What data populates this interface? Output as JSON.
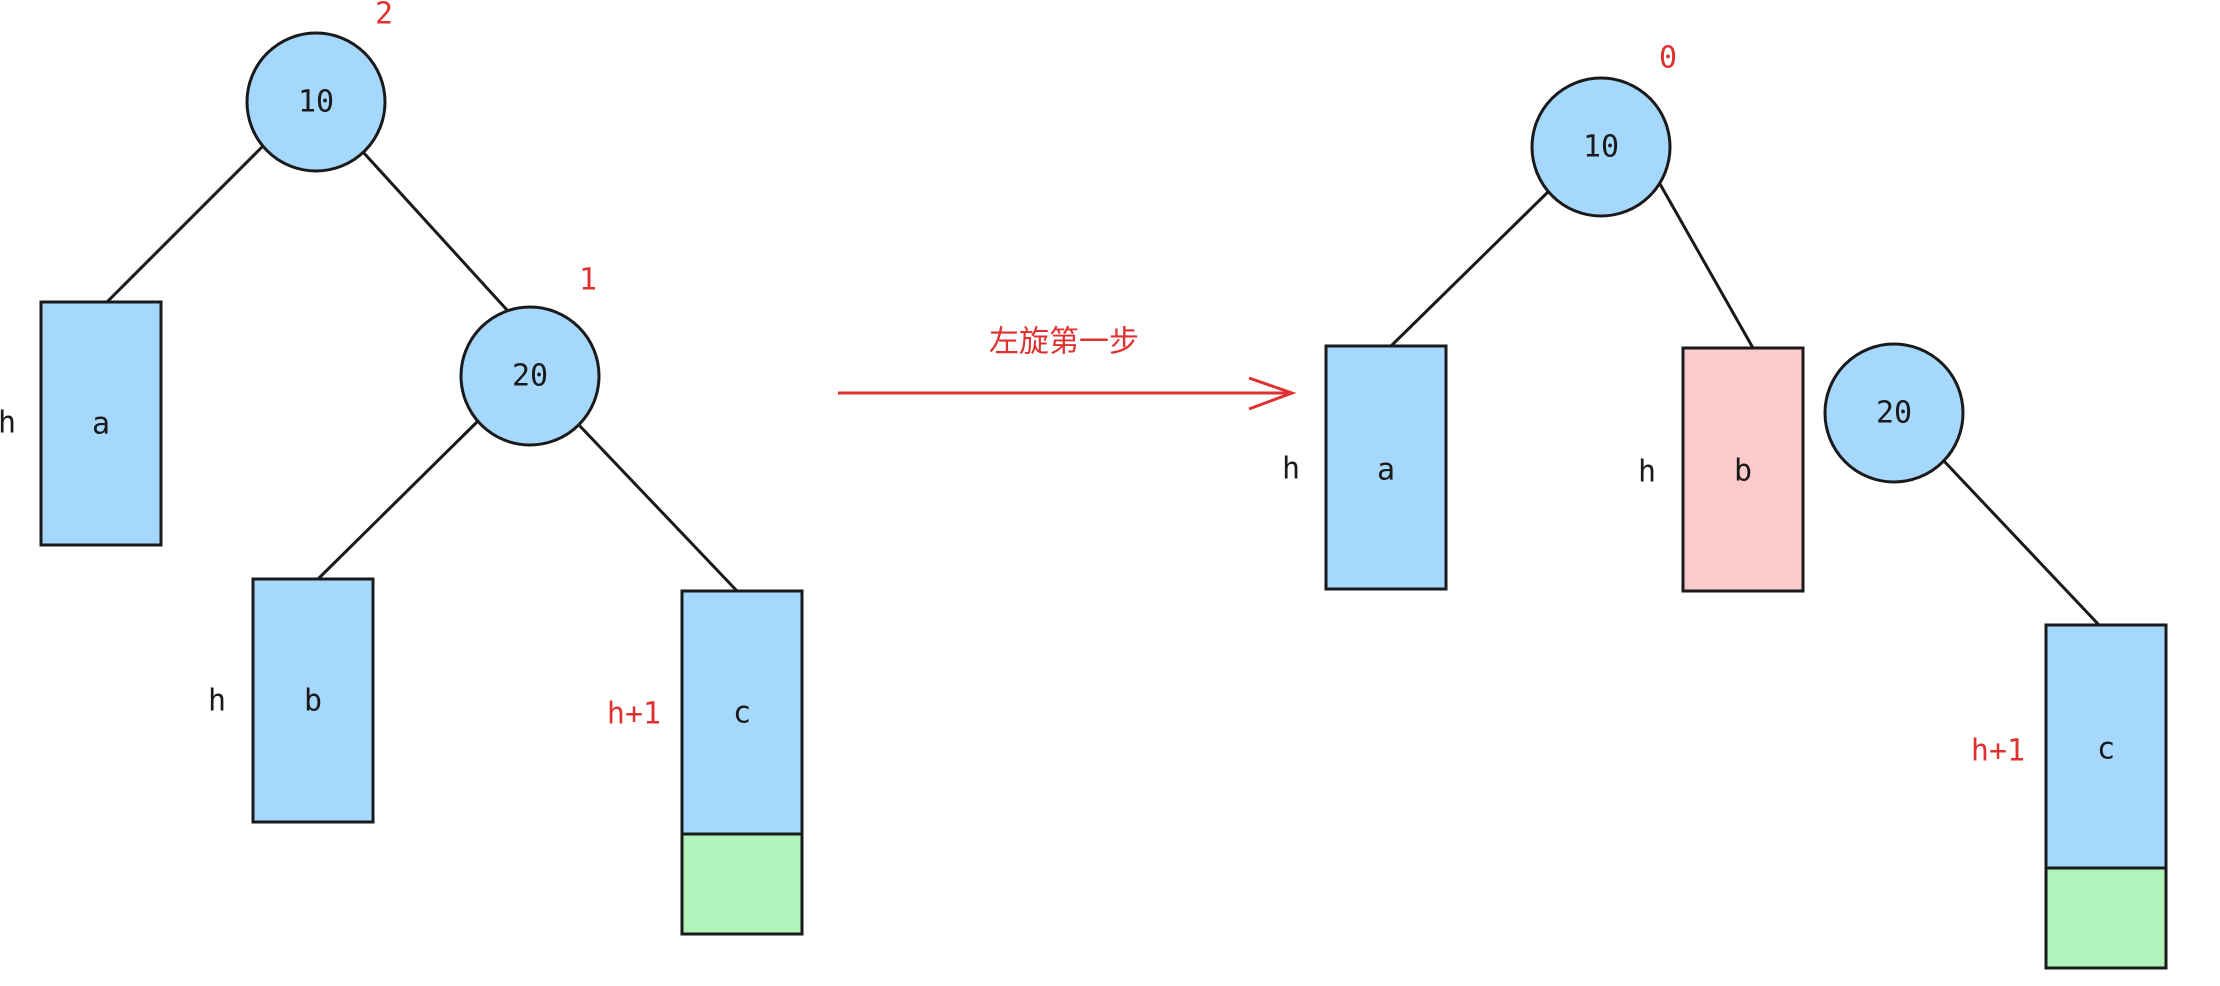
{
  "colors": {
    "node_fill": "#a6d8fd",
    "subtree_blue": "#a6d8fd",
    "subtree_pink": "#fbcaca",
    "extra_green": "#b2f2bb",
    "annotation_red": "#e03131",
    "stroke": "#1a1a1a"
  },
  "before": {
    "root": {
      "key": "10",
      "balance": "2"
    },
    "right_child": {
      "key": "20",
      "balance": "1"
    },
    "subtree_a": {
      "name": "a",
      "height": "h"
    },
    "subtree_b": {
      "name": "b",
      "height": "h"
    },
    "subtree_c": {
      "name": "c",
      "height": "h+1"
    }
  },
  "transition": {
    "label": "左旋第一步"
  },
  "after": {
    "root": {
      "key": "10",
      "balance": "0"
    },
    "detached_node": {
      "key": "20"
    },
    "subtree_a": {
      "name": "a",
      "height": "h"
    },
    "subtree_b": {
      "name": "b",
      "height": "h"
    },
    "subtree_c": {
      "name": "c",
      "height": "h+1"
    }
  }
}
